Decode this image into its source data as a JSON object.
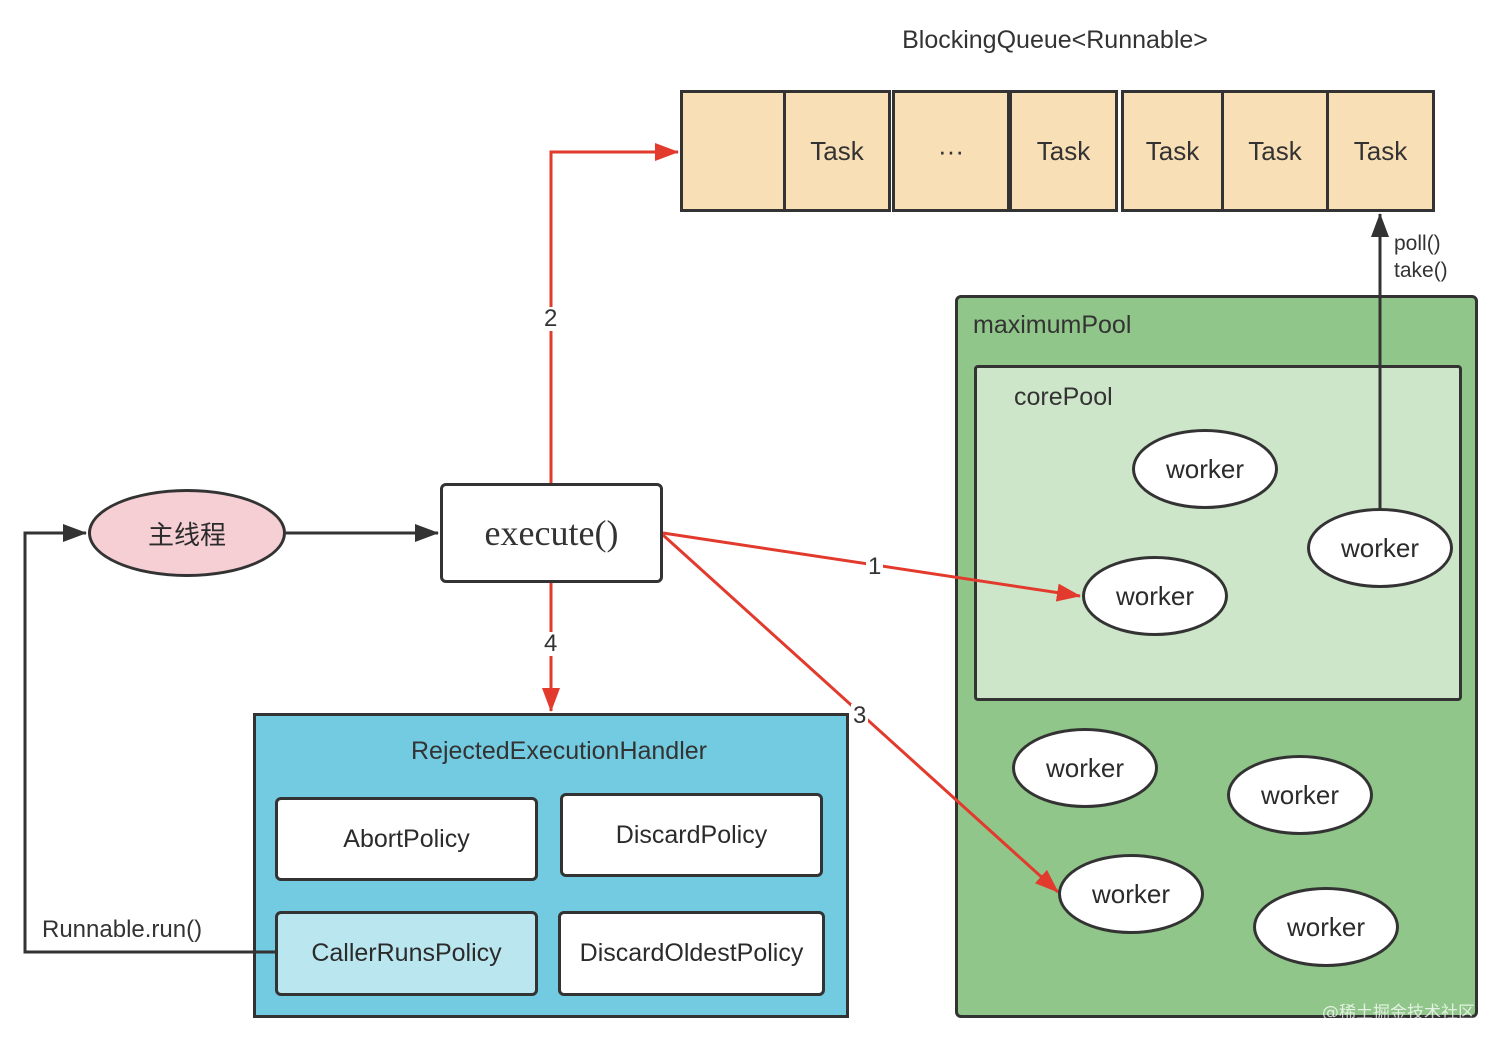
{
  "queue": {
    "title": "BlockingQueue<Runnable>",
    "cells": [
      "",
      "Task",
      "···",
      "Task",
      "Task",
      "Task",
      "Task"
    ],
    "fill_color": "#f9dfb5"
  },
  "poll_label": [
    "poll()",
    "take()"
  ],
  "main_thread": {
    "label": "主线程",
    "fill_color": "#f6cfd5"
  },
  "execute": {
    "label": "execute()"
  },
  "edges": {
    "step_1": "1",
    "step_2": "2",
    "step_3": "3",
    "step_4": "4",
    "callback": "Runnable.run()",
    "highlight_color": "#e23a2c"
  },
  "handler": {
    "title": "RejectedExecutionHandler",
    "fill_color": "#72cbe0",
    "policies": [
      "AbortPolicy",
      "DiscardPolicy",
      "CallerRunsPolicy",
      "DiscardOldestPolicy"
    ]
  },
  "maximum_pool": {
    "label": "maximumPool",
    "fill_color": "#90c68a",
    "workers": [
      "worker",
      "worker",
      "worker",
      "worker"
    ]
  },
  "core_pool": {
    "label": "corePool",
    "fill_color": "#cde6c9",
    "workers": [
      "worker",
      "worker",
      "worker"
    ]
  },
  "watermark": "@稀土掘金技术社区"
}
